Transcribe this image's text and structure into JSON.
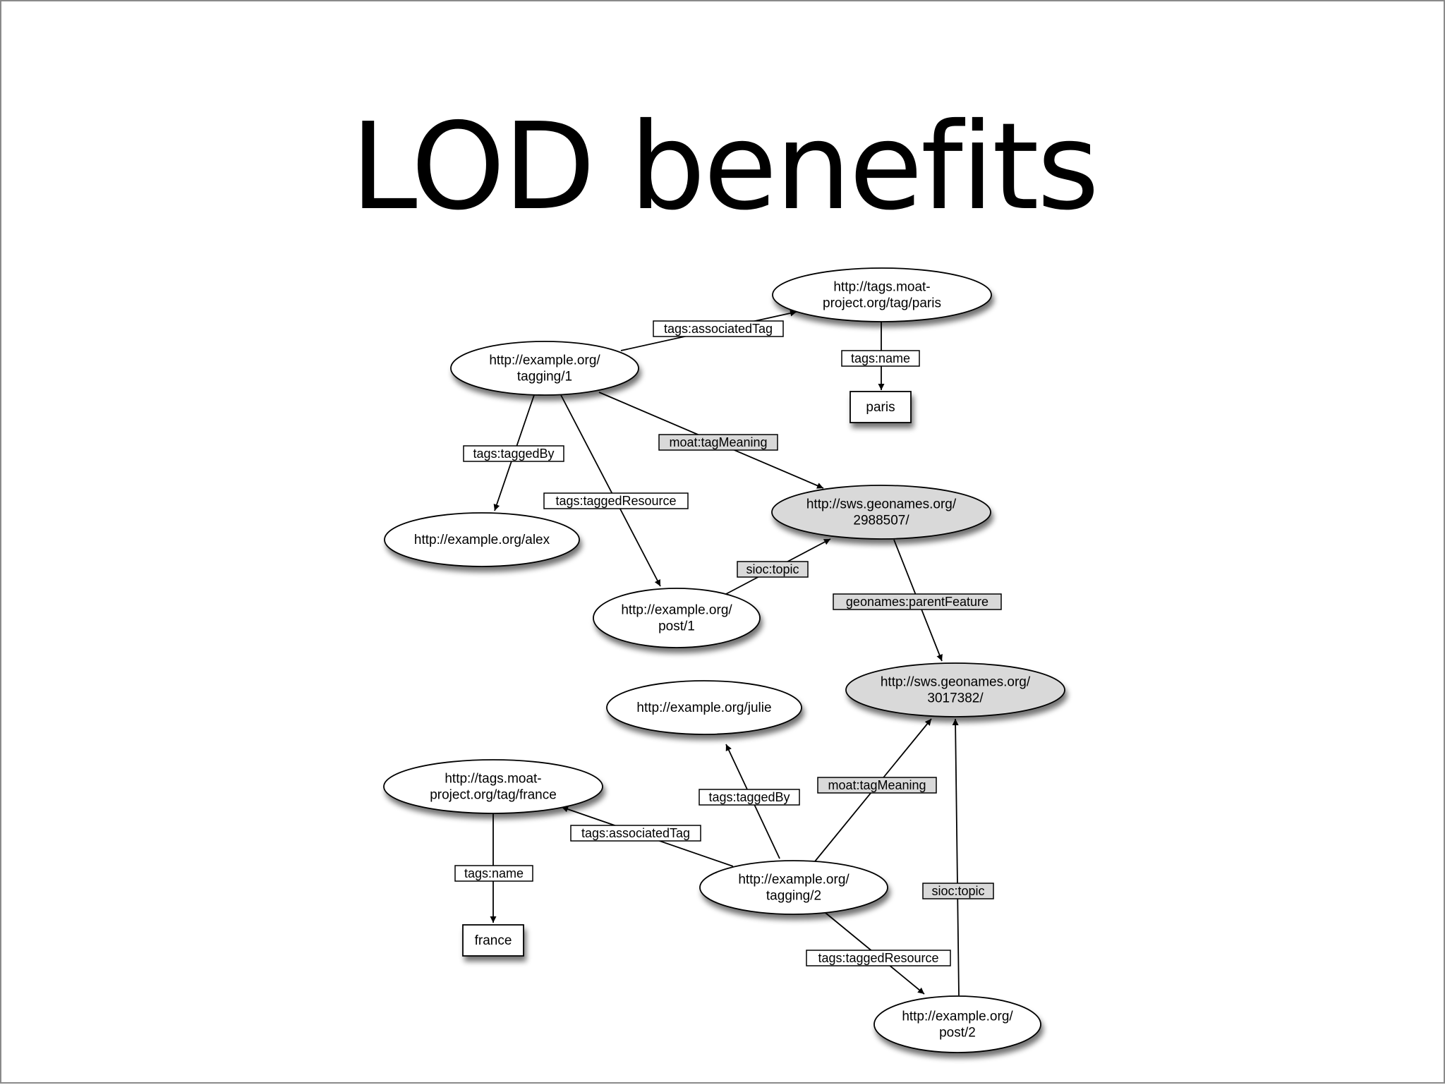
{
  "slide": {
    "title": "LOD benefits"
  },
  "colors": {
    "node_plain": "#ffffff",
    "node_geo": "#d9d9d9",
    "label_plain": "#ffffff",
    "label_moat": "#d9d9d9",
    "stroke": "#000000"
  },
  "nodes": {
    "tag_paris": [
      "http://tags.moat-",
      "project.org/tag/paris"
    ],
    "tagging1": [
      "http://example.org/",
      "tagging/1"
    ],
    "paris_literal": [
      "paris"
    ],
    "alex": [
      "http://example.org/alex"
    ],
    "geo_2988507": [
      "http://sws.geonames.org/",
      "2988507/"
    ],
    "post1": [
      "http://example.org/",
      "post/1"
    ],
    "geo_3017382": [
      "http://sws.geonames.org/",
      "3017382/"
    ],
    "julie": [
      "http://example.org/julie"
    ],
    "tag_france": [
      "http://tags.moat-",
      "project.org/tag/france"
    ],
    "tagging2": [
      "http://example.org/",
      "tagging/2"
    ],
    "france_literal": [
      "france"
    ],
    "post2": [
      "http://example.org/",
      "post/2"
    ]
  },
  "edges": {
    "t1_associatedTag": "tags:associatedTag",
    "paris_name": "tags:name",
    "t1_taggedBy": "tags:taggedBy",
    "t1_taggedResource": "tags:taggedResource",
    "t1_tagMeaning": "moat:tagMeaning",
    "post1_topic": "sioc:topic",
    "geo_parentFeature": "geonames:parentFeature",
    "t2_taggedBy": "tags:taggedBy",
    "t2_tagMeaning": "moat:tagMeaning",
    "t2_associatedTag": "tags:associatedTag",
    "france_name": "tags:name",
    "post2_topic": "sioc:topic",
    "t2_taggedResource": "tags:taggedResource"
  }
}
